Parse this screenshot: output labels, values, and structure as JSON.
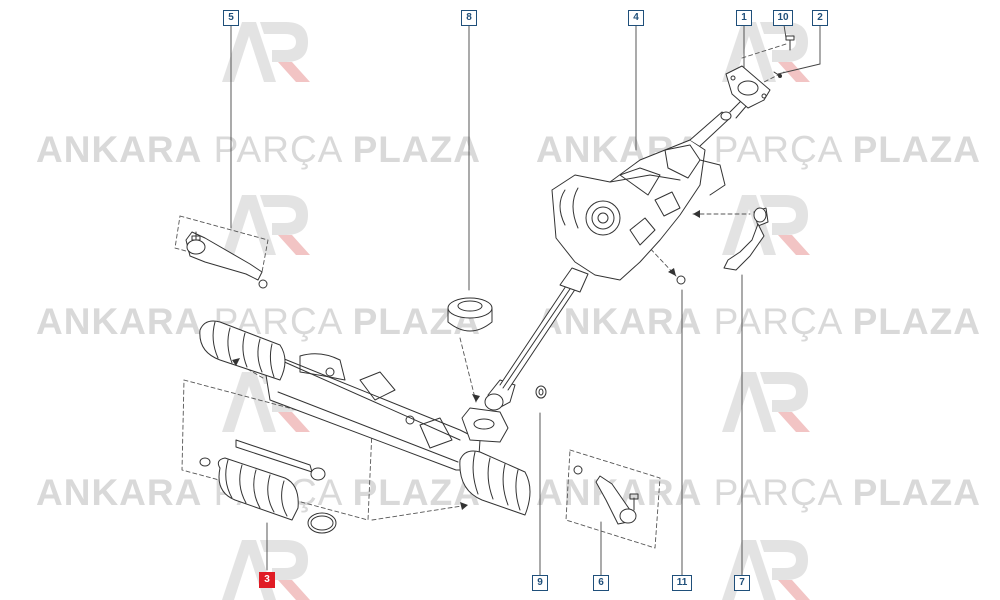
{
  "watermark": {
    "bold1": "ANKARA",
    "light": "PARÇA",
    "bold2": "PLAZA"
  },
  "callouts": {
    "c1": "1",
    "c2": "2",
    "c3": "3",
    "c4": "4",
    "c5": "5",
    "c6": "6",
    "c7": "7",
    "c8": "8",
    "c9": "9",
    "c10": "10",
    "c11": "11"
  },
  "highlight_color": "#e01b24",
  "callout_color": "#1f4f7a"
}
